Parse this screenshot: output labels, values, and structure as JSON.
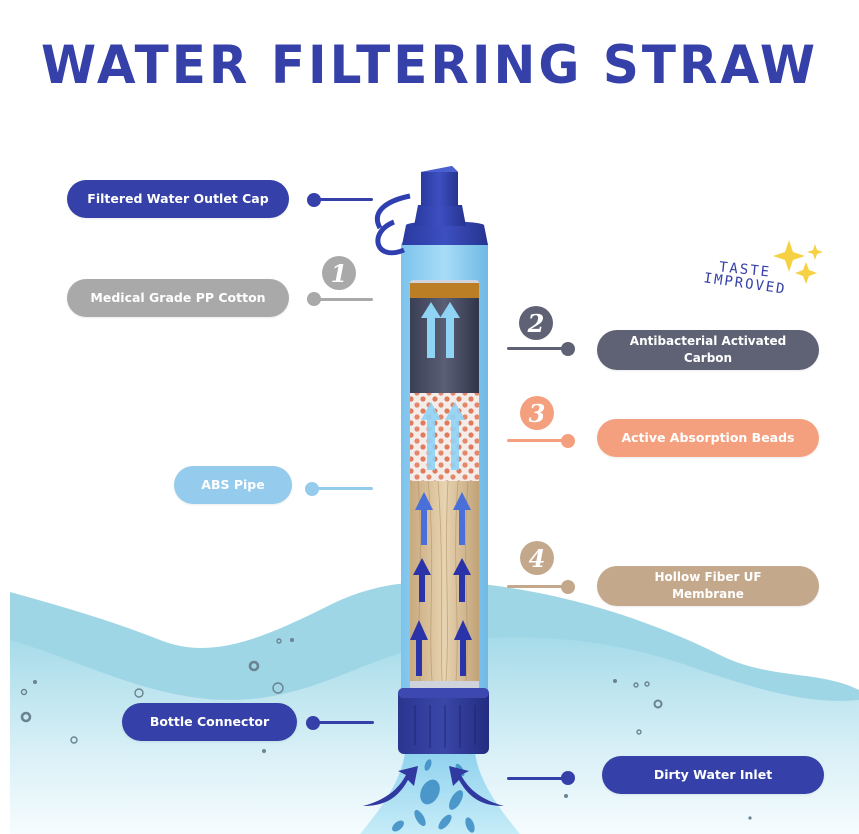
{
  "title": "WATER FILTERING STRAW",
  "colors": {
    "brand_blue": "#3540a8",
    "gray": "#a9a9a9",
    "slate": "#5f6274",
    "salmon": "#f4a07f",
    "sky": "#95cbec",
    "tan": "#c4a88c",
    "water": "#a8dcea",
    "water_dark": "#8ccfe0",
    "star": "#f6d143"
  },
  "badge": {
    "line1": "TASTE",
    "line2": "IMPROVED"
  },
  "labels": [
    {
      "id": "outlet-cap",
      "text": "Filtered Water Outlet Cap",
      "side": "left",
      "color": "#3540a8"
    },
    {
      "id": "pp-cotton",
      "text": "Medical Grade PP Cotton",
      "side": "left",
      "color": "#a9a9a9",
      "step": "1"
    },
    {
      "id": "activated-carbon",
      "text": "Antibacterial Activated Carbon",
      "side": "right",
      "color": "#5f6274",
      "step": "2"
    },
    {
      "id": "absorption-beads",
      "text": "Active Absorption Beads",
      "side": "right",
      "color": "#f4a07f",
      "step": "3"
    },
    {
      "id": "abs-pipe",
      "text": "ABS Pipe",
      "side": "left",
      "color": "#95cbec"
    },
    {
      "id": "uf-membrane",
      "text": "Hollow Fiber UF Membrane",
      "side": "right",
      "color": "#c4a88c",
      "step": "4"
    },
    {
      "id": "bottle-connector",
      "text": "Bottle Connector",
      "side": "left",
      "color": "#3540a8"
    },
    {
      "id": "water-inlet",
      "text": "Dirty Water Inlet",
      "side": "right",
      "color": "#3540a8"
    }
  ]
}
